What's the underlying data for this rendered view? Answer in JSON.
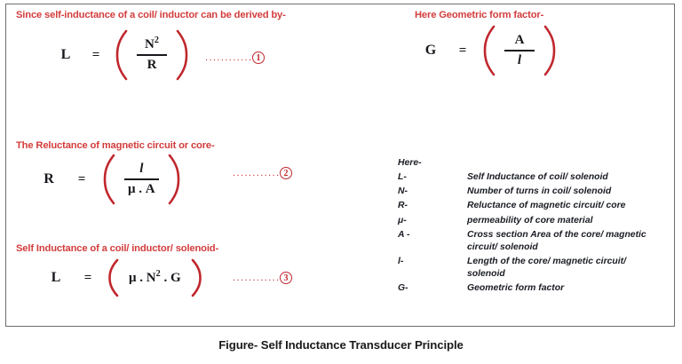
{
  "figure": {
    "caption": "Figure- Self Inductance Transducer Principle",
    "accent_red": "#D33C3C",
    "bracket_red": "#C0272D",
    "text_black": "#16181c",
    "frame_border": "#6e6e6e"
  },
  "sections": {
    "eq1": {
      "heading": "Since self-inductance of a coil/ inductor can be derived by-",
      "lhs": "L",
      "equals": "=",
      "numerator": "N",
      "numerator_sup": "2",
      "denominator": "R",
      "number": "1"
    },
    "eq_g": {
      "heading": "Here Geometric form factor-",
      "lhs": "G",
      "equals": "=",
      "numerator": "A",
      "denominator": "l"
    },
    "eq2": {
      "heading": "The Reluctance of magnetic circuit or core-",
      "lhs": "R",
      "equals": "=",
      "numerator": "l",
      "denominator": "μ . A",
      "number": "2"
    },
    "eq3": {
      "heading": "Self Inductance of a coil/ inductor/ solenoid-",
      "lhs": "L",
      "equals": "=",
      "expr_a": "μ . N",
      "expr_sup": "2",
      "expr_b": " . G",
      "number": "3"
    }
  },
  "legend": {
    "title": "Here-",
    "rows": [
      {
        "symbol": "L-",
        "definition": "Self Inductance  of coil/ solenoid"
      },
      {
        "symbol": "N-",
        "definition": "Number of turns in coil/ solenoid"
      },
      {
        "symbol": "R-",
        "definition": "Reluctance of magnetic circuit/ core"
      },
      {
        "symbol": "μ-",
        "definition": "permeability of core material"
      },
      {
        "symbol": "A -",
        "definition": "Cross section Area of the core/ magnetic circuit/ solenoid"
      },
      {
        "symbol": "l-",
        "definition": "Length of the core/ magnetic circuit/ solenoid"
      },
      {
        "symbol": "G-",
        "definition": "Geometric form factor"
      }
    ]
  },
  "leaders": {
    "dots": "...................."
  }
}
